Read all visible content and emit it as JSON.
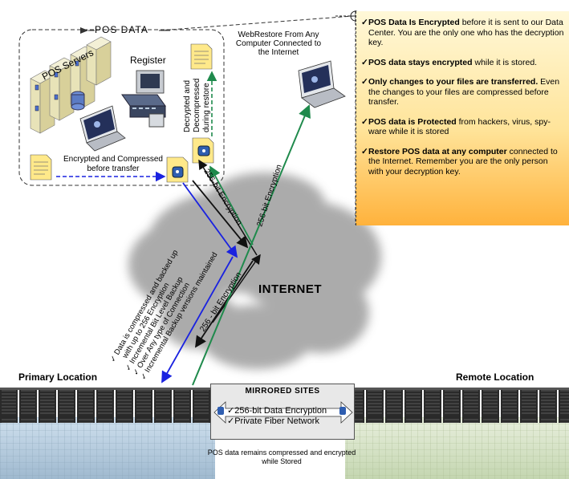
{
  "labels": {
    "pos_data": "POS DATA",
    "pos_servers": "POS Servers",
    "register": "Register",
    "webrestore": "WebRestore From Any Computer Connected to the Internet",
    "encrypted_compressed": "Encrypted and Compressed before transfer",
    "decrypted": "Decrypted and Decompressed during restore",
    "internet": "INTERNET",
    "enc_256_a": "256-bit Encryption",
    "enc_256_b": "256-bit Encryption",
    "enc_256_c": "256 - bit Encryption",
    "primary_location": "Primary Location",
    "remote_location": "Remote Location",
    "stored_note": "POS data remains compressed and encrypted while Stored"
  },
  "feature_notes": [
    "✓ Data is compressed and backed up",
    "with up to 256 Encryption",
    "✓ Incremental Bit Level Backup",
    "✓ Over Any type of Connection",
    "✓ Incremental Backup versions maintained"
  ],
  "mirrored": {
    "title": "MIRRORED SITES",
    "line1": "✓256-bit Data Encryption",
    "line2": "✓Private Fiber Network"
  },
  "panel": {
    "bullets": [
      {
        "bold": "POS Data Is Encrypted",
        "rest": " before it is sent to our Data Center. You are the only one who has the decryption key."
      },
      {
        "bold": "POS data stays encrypted",
        "rest": " while it is stored."
      },
      {
        "bold": "Only changes to your files are transferred.",
        "rest": "  Even the changes to your files are compressed before transfer."
      },
      {
        "bold": "POS data is Protected",
        "rest": " from hackers, virus, spy-ware while it is stored"
      },
      {
        "bold": "Restore POS data at any computer",
        "rest": " connected to the Internet. Remember you are the only person with your decryption key."
      }
    ],
    "check": "✓"
  },
  "colors": {
    "upload_arrow": "#1a22e0",
    "restore_arrow": "#1f8a4c",
    "black_arrow": "#111111",
    "cloud": "#9d9d9d",
    "panel_top": "#fff8d8",
    "panel_bottom": "#ffb23c"
  },
  "icons": [
    "server-icon",
    "cash-register-icon",
    "laptop-icon",
    "document-icon",
    "padlock-icon",
    "cloud-icon",
    "datacenter-icon",
    "crosshair-icon"
  ]
}
